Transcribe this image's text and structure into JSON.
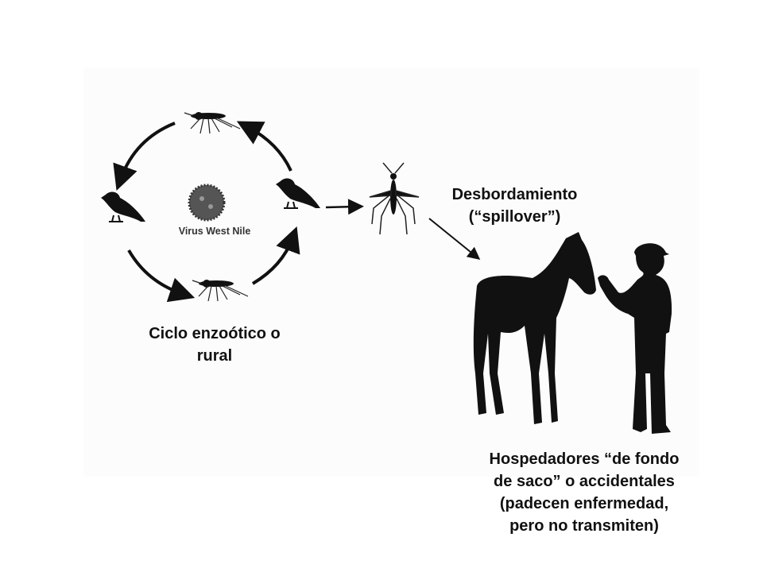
{
  "virus_label": "Virus West Nile",
  "spillover": {
    "line1": "Desbordamiento",
    "line2": "(“spillover”)"
  },
  "cycle": {
    "line1": "Ciclo enzoótico o",
    "line2": "rural"
  },
  "hosts": {
    "line1": "Hospedadores “de fondo",
    "line2": "de saco” o accidentales",
    "line3": "(padecen enfermedad,",
    "line4": "pero no transmiten)"
  }
}
